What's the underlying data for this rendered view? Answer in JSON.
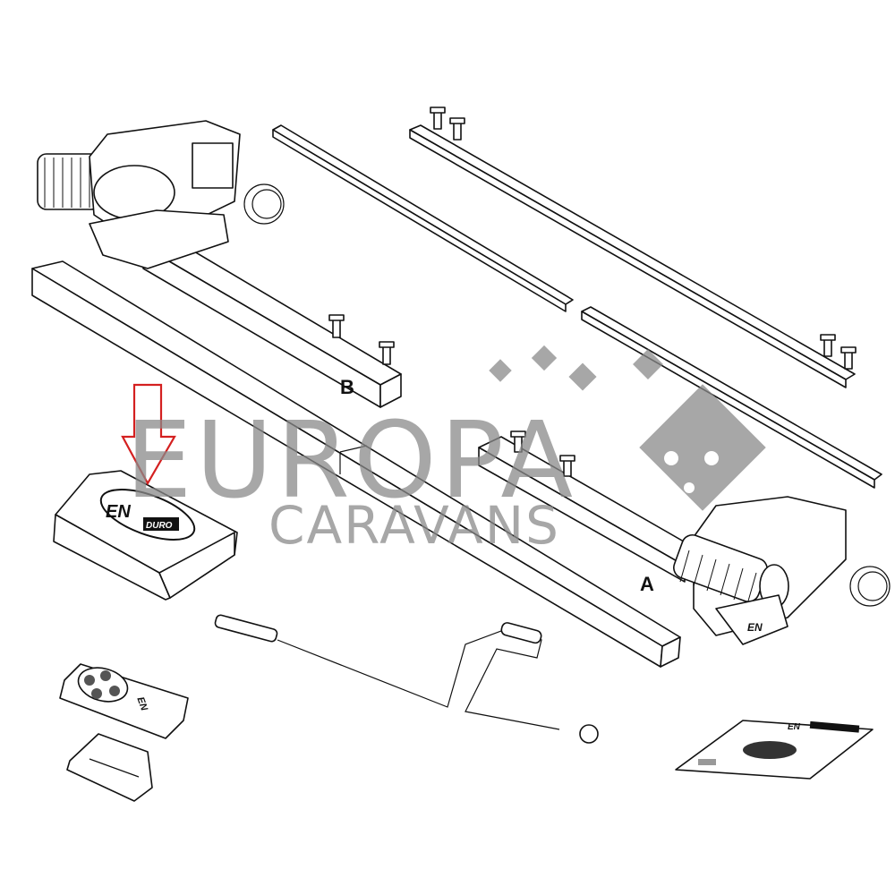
{
  "diagram": {
    "part_labels": {
      "beam_b": "B",
      "beam_a": "A"
    },
    "brand": {
      "en": "EN",
      "duro": "DURO"
    },
    "watermark": {
      "line1": "EUROPA",
      "line2": "CARAVANS",
      "color": "#8a8a8a"
    },
    "highlight_arrow": {
      "color": "#d42020",
      "target": "control-box"
    }
  }
}
